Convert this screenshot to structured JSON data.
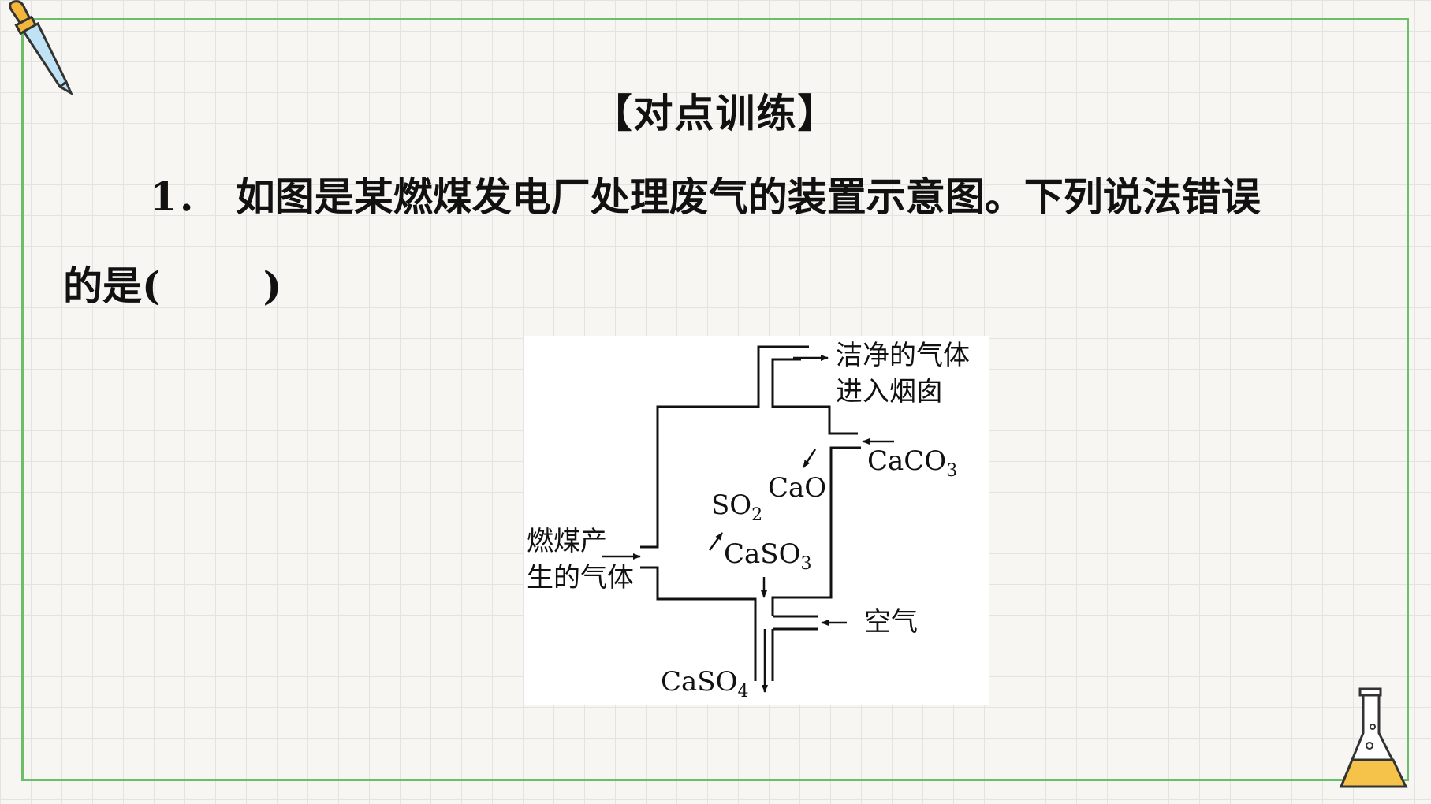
{
  "title": "【对点训练】",
  "question": {
    "number": "1．",
    "line1": "如图是某燃煤发电厂处理废气的装置示意图。下列说法错误",
    "line2_prefix": "的是(",
    "line2_suffix": ")"
  },
  "diagram": {
    "clean_gas_line1": "洁净的气体",
    "clean_gas_line2": "进入烟囱",
    "caco3": "CaCO",
    "caco3_sub": "3",
    "cao": "CaO",
    "so2": "SO",
    "so2_sub": "2",
    "coal_gas_line1": "燃煤产",
    "coal_gas_line2": "生的气体",
    "caso3": "CaSO",
    "caso3_sub": "3",
    "air": "空气",
    "caso4": "CaSO",
    "caso4_sub": "4"
  },
  "colors": {
    "frame": "#6cbf6a",
    "flask_liquid": "#f6c34a",
    "dropper_bulb": "#f3b53a",
    "dropper_tube": "#bfe3f5"
  }
}
